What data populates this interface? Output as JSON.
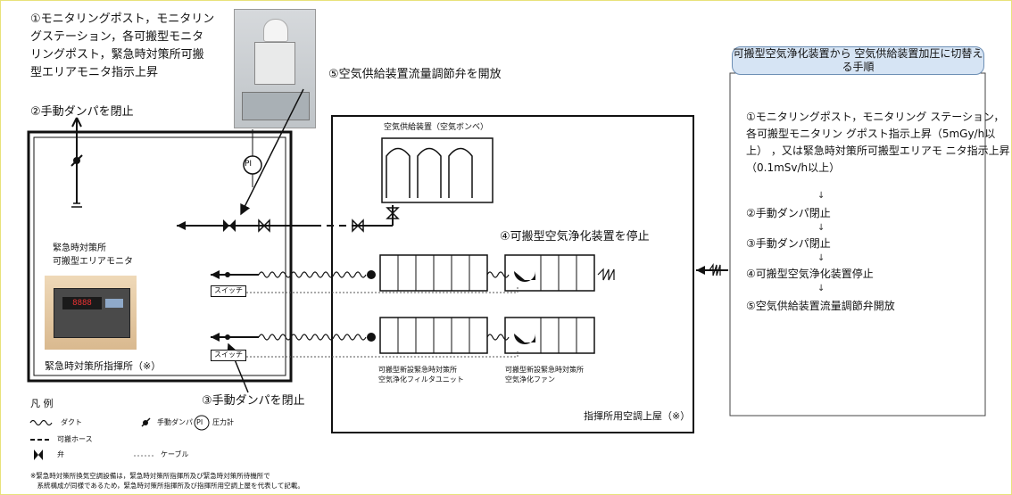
{
  "step1_callout": "①モニタリングポスト，モニタリン\nグステーション，各可搬型モニタ\nリングポスト，緊急時対策所可搬\n型エリアモニタ指示上昇",
  "step2_callout": "②手動ダンパを閉止",
  "step3_callout": "③手動ダンパを閉止",
  "step4_callout": "④可搬型空気浄化装置を停止",
  "step5_callout": "⑤空気供給装置流量調節弁を開放",
  "air_supply_label": "空気供給装置（空気ボンベ）",
  "pressure_gauge": "PI",
  "area_monitor_label": "緊急時対策所\n可搬型エリアモニタ",
  "command_post_label": "緊急時対策所指揮所（※）",
  "switch_label": "スイッチ",
  "filter_unit_label": "可搬型新設緊急時対策所\n空気浄化フィルタユニット",
  "fan_label": "可搬型新設緊急時対策所\n空気浄化ファン",
  "roof_label": "指揮所用空調上屋（※）",
  "legend": {
    "title": "凡 例",
    "duct": "ダクト",
    "damper": "手動ダンパ",
    "gauge": "圧力計",
    "hose": "可搬ホース",
    "valve": "弁",
    "cable": "ケーブル"
  },
  "footnote": "※緊急時対策所換気空調設備は，緊急時対策所指揮所及び緊急時対策所待機所で\n　系統構成が同様であるため，緊急時対策所指揮所及び指揮所用空調上屋を代表して記載。",
  "procedure": {
    "title": "可搬型空気浄化装置から\n空気供給装置加圧に切替える手順",
    "steps": [
      "①モニタリングポスト，モニタリング\nステーション，各可搬型モニタリン\nグポスト指示上昇（5mGy/h以上）\n，又は緊急時対策所可搬型エリアモ\nニタ指示上昇（0.1mSv/h以上）",
      "②手動ダンパ閉止",
      "③手動ダンパ閉止",
      "④可搬型空気浄化装置停止",
      "⑤空気供給装置流量調節弁開放"
    ]
  }
}
